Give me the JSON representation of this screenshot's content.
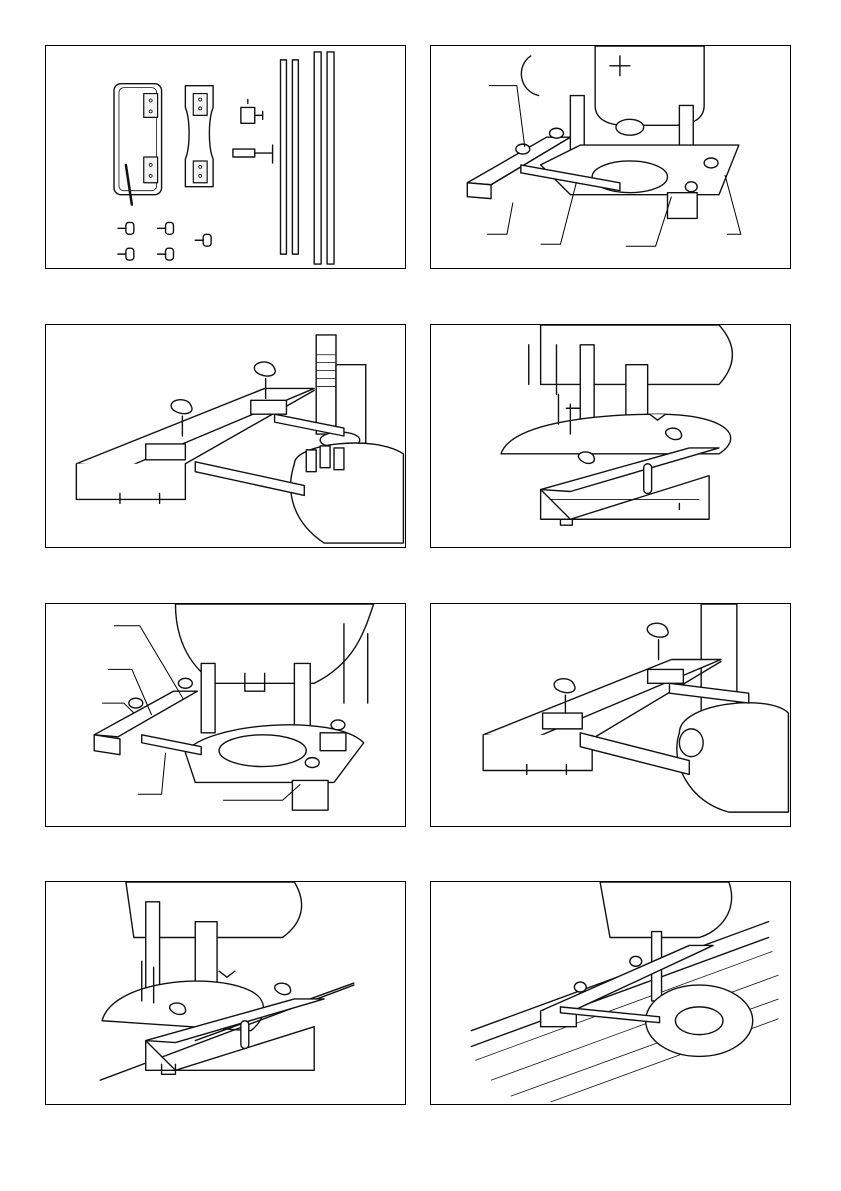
{
  "page": {
    "figure_count": 8
  },
  "figures": [
    {
      "id": "fig-1",
      "content": "parts-kit",
      "callout_count": 0
    },
    {
      "id": "fig-2",
      "content": "guide-assembly-overview",
      "callout_count": 6
    },
    {
      "id": "fig-3",
      "content": "guide-holder-closeup",
      "callout_count": 0
    },
    {
      "id": "fig-4",
      "content": "guide-rear-view",
      "callout_count": 0
    },
    {
      "id": "fig-5",
      "content": "guide-installation",
      "callout_count": 5
    },
    {
      "id": "fig-6",
      "content": "guide-rods-closeup",
      "callout_count": 0
    },
    {
      "id": "fig-7",
      "content": "guide-on-rail-side",
      "callout_count": 0
    },
    {
      "id": "fig-8",
      "content": "router-on-guide-rail",
      "callout_count": 0
    }
  ],
  "colors": {
    "line": "#111111",
    "background": "#ffffff",
    "frame": "#000000"
  },
  "icons": [
    "wing-bolt-icon",
    "guide-rod-icon",
    "router-base-icon"
  ]
}
